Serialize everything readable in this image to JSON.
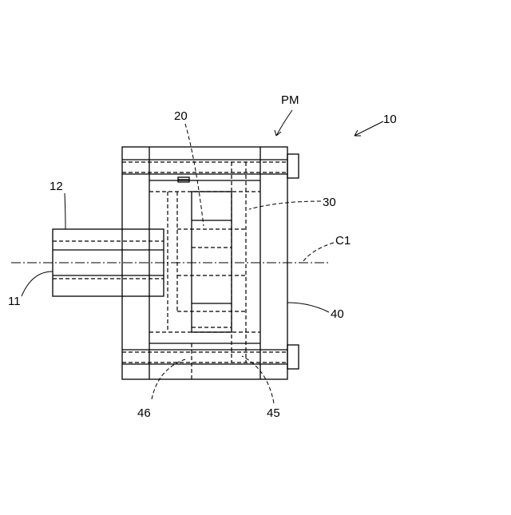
{
  "labels": {
    "pm": "PM",
    "ref10": "10",
    "ref20": "20",
    "ref12": "12",
    "ref30": "30",
    "c1": "C1",
    "ref11": "11",
    "ref40": "40",
    "ref46": "46",
    "ref45": "45"
  },
  "colors": {
    "line": "#000000",
    "background": "#ffffff"
  }
}
